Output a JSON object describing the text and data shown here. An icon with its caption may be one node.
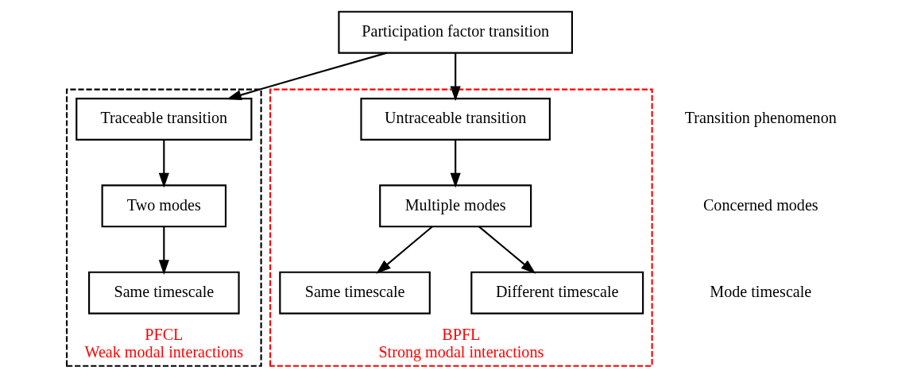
{
  "diagram": {
    "nodes": [
      {
        "text": [
          "Participation factor transition"
        ]
      },
      {
        "text": [
          "PFCL",
          "Weak modal interactions"
        ]
      },
      {
        "text": [
          "Traceable transition"
        ],
        "in": 1
      },
      {
        "text": [
          "Two modes"
        ],
        "in": 1
      },
      {
        "text": [
          "Same timescale"
        ],
        "in": 1
      },
      {
        "text": [
          "BPFL",
          "Strong modal interactions"
        ]
      },
      {
        "text": [
          "Untraceable transition"
        ],
        "in": 5
      },
      {
        "text": [
          "Multiple modes"
        ],
        "in": 5
      },
      {
        "text": [
          "Same timescale"
        ],
        "in": 5
      },
      {
        "text": [
          "Different timescale"
        ],
        "in": 5
      }
    ],
    "edges": [
      {
        "from": 0,
        "to": 2,
        "arrow": "to"
      },
      {
        "from": 0,
        "to": 6,
        "arrow": "to"
      },
      {
        "from": 2,
        "to": 3,
        "arrow": "to"
      },
      {
        "from": 3,
        "to": 4,
        "arrow": "to"
      },
      {
        "from": 6,
        "to": 7,
        "arrow": "to"
      },
      {
        "from": 7,
        "to": 8,
        "arrow": "to"
      },
      {
        "from": 7,
        "to": 9,
        "arrow": "to"
      }
    ],
    "labels": [
      "Transition phenomenon",
      "Concerned modes",
      "Mode timescale"
    ]
  }
}
